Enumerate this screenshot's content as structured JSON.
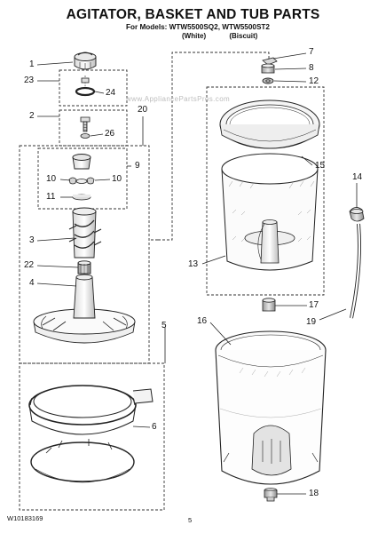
{
  "header": {
    "title": "AGITATOR, BASKET AND TUB PARTS",
    "models_line": "For Models: WTW5500SQ2, WTW5500ST2",
    "variant_white": "(White)",
    "variant_biscuit": "(Biscuit)"
  },
  "watermark": "www.AppliancePartsPros.com",
  "footer": {
    "document_number": "W10183169",
    "page_number": "5"
  },
  "callouts": {
    "c1": "1",
    "c2": "2",
    "c3": "3",
    "c4": "4",
    "c5": "5",
    "c6": "6",
    "c7": "7",
    "c8": "8",
    "c9": "9",
    "c10a": "10",
    "c10b": "10",
    "c11": "11",
    "c12": "12",
    "c13": "13",
    "c14": "14",
    "c15": "15",
    "c16": "16",
    "c17": "17",
    "c18": "18",
    "c19": "19",
    "c20": "20",
    "c22": "22",
    "c23": "23",
    "c24": "24",
    "c26": "26"
  },
  "colors": {
    "line": "#222222",
    "dash": "#333333",
    "part_fill": "#f2f2f2",
    "part_shade": "#cfcfcf",
    "watermark": "#bdbdbd"
  }
}
